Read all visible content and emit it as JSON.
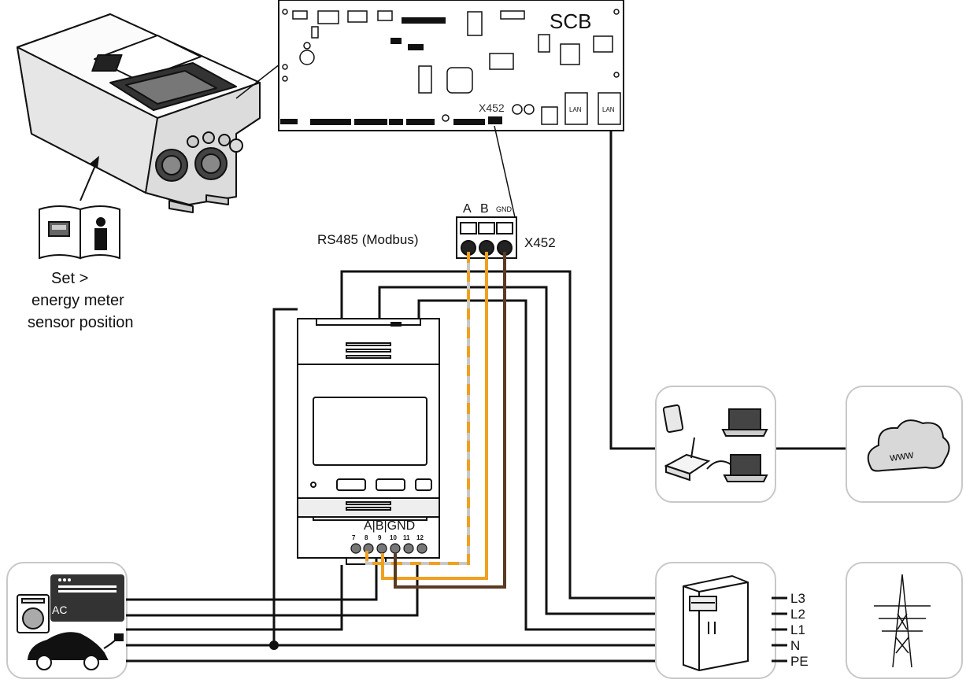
{
  "scb": {
    "title": "SCB",
    "port_label": "X452",
    "lan_1": "LAN",
    "lan_2": "LAN"
  },
  "connector": {
    "pin_a": "A",
    "pin_b": "B",
    "pin_gnd": "GND",
    "left_label": "RS485 (Modbus)",
    "right_label": "X452"
  },
  "manual": {
    "line1": "Set >",
    "line2": "energy meter",
    "line3": "sensor position"
  },
  "meter": {
    "terminal_header": "A|B|GND",
    "terminal_numbers": [
      "7",
      "8",
      "9",
      "10",
      "11",
      "12"
    ]
  },
  "grid_lines": [
    "L3",
    "L2",
    "L1",
    "N",
    "PE"
  ],
  "cloud": {
    "text": "www"
  },
  "devices": {
    "ac_label": "AC"
  },
  "colors": {
    "wire_black": "#111111",
    "wire_orange": "#f0a020",
    "wire_brown": "#5a3a22",
    "wire_grey": "#c8c8c8",
    "box_border": "#c8c8c8"
  },
  "icons": [
    "inverter-illustration",
    "manual-info-icon",
    "energy-meter-illustration",
    "laptop-icon",
    "tablet-icon",
    "router-icon",
    "cloud-icon",
    "utility-meter-icon",
    "transmission-tower-icon",
    "washing-machine-icon",
    "air-conditioner-icon",
    "electric-car-icon"
  ]
}
